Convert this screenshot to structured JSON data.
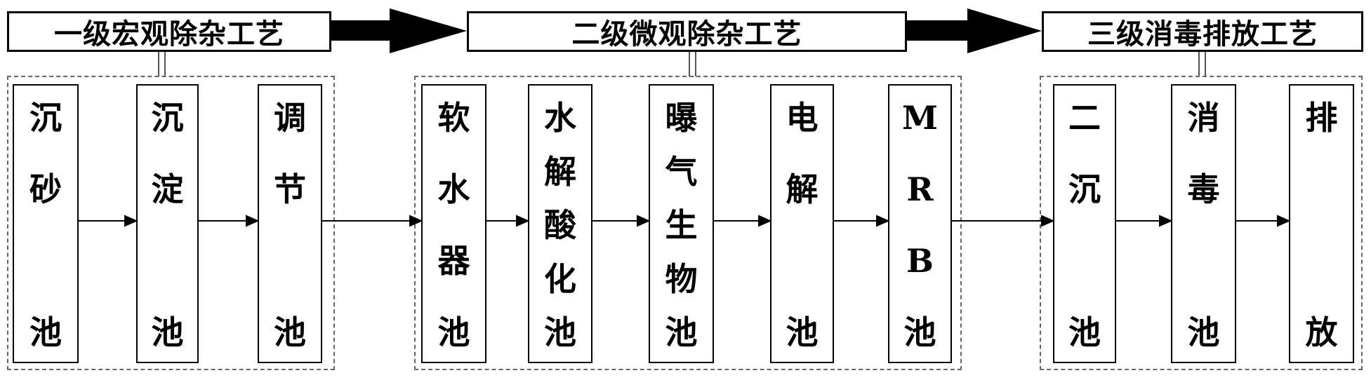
{
  "stages": [
    {
      "title": "一级宏观除杂工艺"
    },
    {
      "title": "二级微观除杂工艺"
    },
    {
      "title": "三级消毒排放工艺"
    }
  ],
  "units": [
    {
      "id": "grit",
      "chars": [
        "沉",
        "砂",
        "",
        "池"
      ]
    },
    {
      "id": "sedimentation",
      "chars": [
        "沉",
        "淀",
        "",
        "池"
      ]
    },
    {
      "id": "regulating",
      "chars": [
        "调",
        "节",
        "",
        "池"
      ]
    },
    {
      "id": "softener",
      "chars": [
        "软",
        "水",
        "器",
        "池"
      ]
    },
    {
      "id": "hydrolysis",
      "chars": [
        "水",
        "解",
        "酸",
        "化",
        "池"
      ]
    },
    {
      "id": "aeration",
      "chars": [
        "曝",
        "气",
        "生",
        "物",
        "池"
      ]
    },
    {
      "id": "electrolysis",
      "chars": [
        "电",
        "解",
        "",
        "池"
      ]
    },
    {
      "id": "mrb",
      "chars": [
        "M",
        "R",
        "B",
        "池"
      ]
    },
    {
      "id": "secondary-clarifier",
      "chars": [
        "二",
        "沉",
        "",
        "池"
      ]
    },
    {
      "id": "disinfection",
      "chars": [
        "消",
        "毒",
        "",
        "池"
      ]
    },
    {
      "id": "discharge",
      "chars": [
        "排",
        "",
        "",
        "放"
      ]
    }
  ]
}
